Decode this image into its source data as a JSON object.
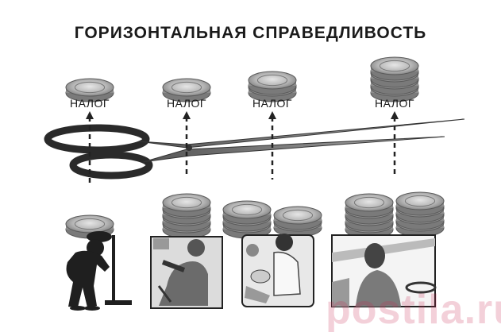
{
  "title": "ГОРИЗОНТАЛЬНАЯ СПРАВЕДЛИВОСТЬ",
  "tax_label": "НАЛОГ",
  "tax_columns": [
    {
      "taxed_coins": 1,
      "kept_coins": [
        1
      ]
    },
    {
      "taxed_coins": 1,
      "kept_coins": [
        4
      ]
    },
    {
      "taxed_coins": 2,
      "kept_coins": [
        3,
        2
      ]
    },
    {
      "taxed_coins": 4,
      "kept_coins": [
        4,
        4
      ]
    }
  ],
  "people": [
    {
      "role": "janitor"
    },
    {
      "role": "mechanic"
    },
    {
      "role": "nurse"
    },
    {
      "role": "driver"
    }
  ],
  "watermark": "postila.ru",
  "colors": {
    "ink": "#1a1a1a",
    "coin": "#b8b8b8",
    "coin_edge": "#5a5a5a",
    "watermark": "#c82850"
  }
}
